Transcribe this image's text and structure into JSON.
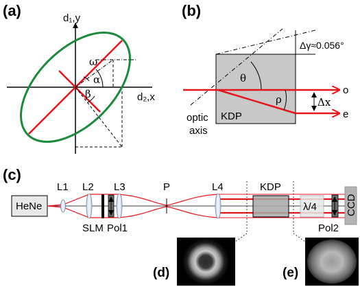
{
  "panel_a": {
    "label": "(a)",
    "axis_y_label": "d₁,y",
    "axis_x_label": "d₂,x",
    "angle_omega": "ω",
    "angle_alpha": "α",
    "angle_beta": "β",
    "ellipse_color": "#1a8a3a",
    "line_color": "#e8141b"
  },
  "panel_b": {
    "label": "(b)",
    "delta_gamma": "Δγ≈0.056°",
    "theta": "θ",
    "rho": "ρ",
    "delta_x": "Δx",
    "crystal": "KDP",
    "optic_axis_line1": "optic",
    "optic_axis_line2": "axis",
    "beam_o": "o",
    "beam_e": "e",
    "crystal_fill": "#c8c8c8"
  },
  "panel_c": {
    "label": "(c)",
    "source": "HeNe",
    "lens_labels": [
      "L1",
      "L2",
      "L3",
      "P",
      "L4"
    ],
    "crystal": "KDP",
    "slm": "SLM",
    "pol1": "Pol1",
    "quarter_wave": "λ/4",
    "pol2": "Pol2",
    "camera": "CCD",
    "inset_d": "(d)",
    "inset_e": "(e)"
  }
}
